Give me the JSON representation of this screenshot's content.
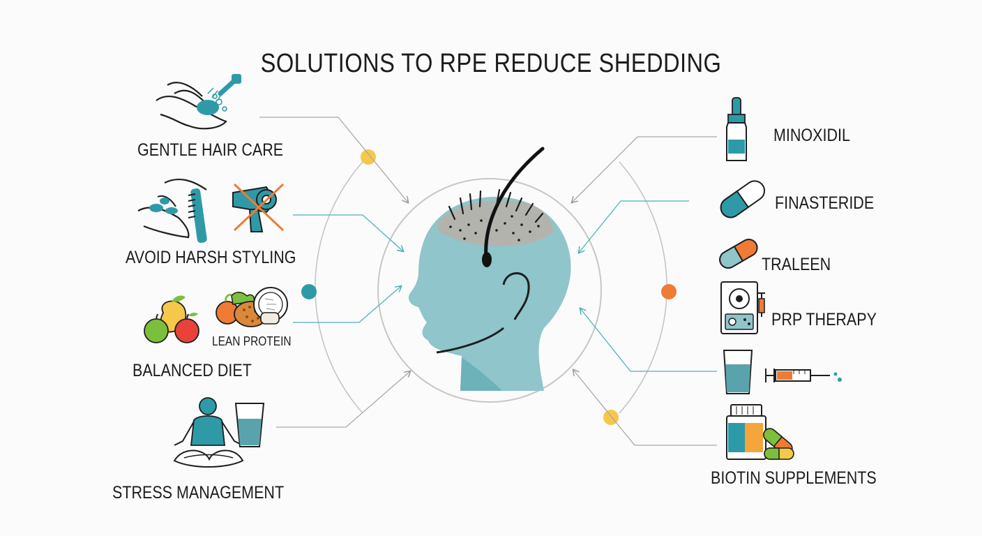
{
  "title": "SOLUTIONS TO RPE REDUCE SHEDDING",
  "left_items": [
    {
      "label": "GENTLE HAIR CARE",
      "icon": "hand-washing-hair-icon"
    },
    {
      "label": "AVOID HARSH STYLING",
      "icon": "brush-and-crossed-hair-dryer-icon"
    },
    {
      "label": "BALANCED DIET",
      "sublabel": "LEAN PROTEIN",
      "icon": "fruits-and-protein-icon"
    },
    {
      "label": "STRESS MANAGEMENT",
      "icon": "meditation-and-water-icon"
    }
  ],
  "right_items": [
    {
      "label": "MINOXIDIL",
      "icon": "dropper-bottle-icon"
    },
    {
      "label": "FINASTERIDE",
      "icon": "capsule-icon"
    },
    {
      "label": "TRALEEN",
      "icon": "orange-capsule-icon"
    },
    {
      "label": "PRP THERAPY",
      "icon": "centrifuge-and-syringe-icon"
    },
    {
      "label": "",
      "icon": "water-glass-and-syringe-icon"
    },
    {
      "label": "BIOTIN SUPPLEMENTS",
      "icon": "supplement-bottle-and-pills-icon"
    }
  ],
  "colors": {
    "head": "#8fc5cb",
    "head_dark": "#5aa3ad",
    "teal": "#2e9aa8",
    "yellow": "#f5c84a",
    "orange": "#ef7b35",
    "green": "#7cbf3c",
    "line": "#b8b8b8",
    "arrow": "#5bb7c0"
  }
}
